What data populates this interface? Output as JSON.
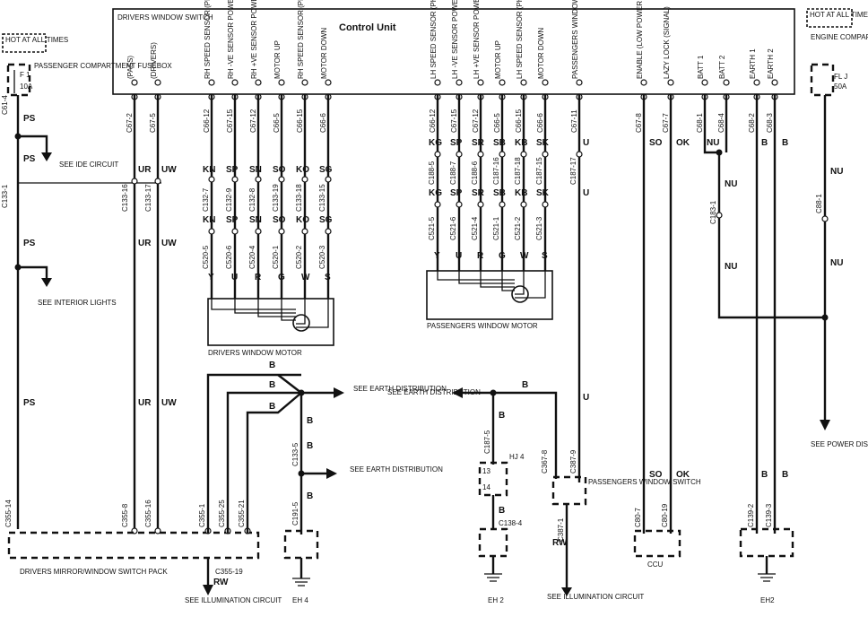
{
  "control_unit": {
    "title": "Control Unit",
    "pins": [
      {
        "id": "p1",
        "text": "(PASS)"
      },
      {
        "id": "p2",
        "text": "(DRIVERS)"
      },
      {
        "id": "p3",
        "text": "RH SPEED SENSOR (PHASE B)"
      },
      {
        "id": "p4",
        "text": "RH -VE SENSOR POWER"
      },
      {
        "id": "p5",
        "text": "RH +VE SENSOR POWER"
      },
      {
        "id": "p6",
        "text": "MOTOR UP"
      },
      {
        "id": "p7",
        "text": "RH SPEED SENSOR (PHASE A)"
      },
      {
        "id": "p8",
        "text": "MOTOR DOWN"
      },
      {
        "id": "p9",
        "text": "LH SPEED SENSOR (PHASE B)"
      },
      {
        "id": "p10",
        "text": "LH -VE SENSOR POWER"
      },
      {
        "id": "p11",
        "text": "LH +VE SENSOR POWER"
      },
      {
        "id": "p12",
        "text": "MOTOR UP"
      },
      {
        "id": "p13",
        "text": "LH SPEED SENSOR (PHASE A)"
      },
      {
        "id": "p14",
        "text": "MOTOR DOWN"
      },
      {
        "id": "p15",
        "text": "PASSENGERS WINDOW SWITCH"
      },
      {
        "id": "p16",
        "text": "ENABLE (LOW POWER SIGNAL)"
      },
      {
        "id": "p17",
        "text": "LAZY LOCK (SIGNAL)"
      },
      {
        "id": "p18",
        "text": "BATT 1"
      },
      {
        "id": "p19",
        "text": "BATT 2"
      },
      {
        "id": "p20",
        "text": "EARTH 1"
      },
      {
        "id": "p21",
        "text": "EARTH 2"
      }
    ],
    "drivers_window_switch_label": "DRIVERS WINDOW SWITCH"
  },
  "hot_at_all_times": "HOT AT ALL TIMES",
  "passenger_fusebox": {
    "label": "PASSENGER COMPARTMENT FUSEBOX",
    "fuse": "F 1",
    "rating": "10A"
  },
  "engine_fusebox": {
    "label": "ENGINE COMPARTMENT FUSEBOX",
    "fuse": "FL J",
    "rating": "50A"
  },
  "connectors_top": [
    "C67-2",
    "C67-5",
    "C66-12",
    "C67-15",
    "C67-12",
    "C66-5",
    "C66-15",
    "C66-6",
    "C66-12",
    "C67-15",
    "C67-12",
    "C66-5",
    "C66-15",
    "C66-6",
    "C67-11",
    "C67-8",
    "C67-7",
    "C68-1",
    "C68-4",
    "C68-2",
    "C68-3"
  ],
  "left_labels": {
    "c614": "C61-4",
    "ps": "PS",
    "see_ide": "SEE IDE CIRCUIT",
    "c1331": "C133-1",
    "see_interior": "SEE INTERIOR LIGHTS",
    "c35514": "C355-14"
  },
  "drivers_wires": {
    "codes": [
      "UR",
      "UW"
    ],
    "c133": [
      "C133-16",
      "C133-17"
    ],
    "c355": [
      "C355-8",
      "C355-16"
    ]
  },
  "drivers_motor_wires": {
    "codes1": [
      "KN",
      "SP",
      "SN",
      "SO",
      "KO",
      "SG"
    ],
    "c132": [
      "C132-7",
      "C132-9",
      "C132-8",
      "C133-19",
      "C133-18",
      "C133-15"
    ],
    "codes2": [
      "KN",
      "SP",
      "SN",
      "SO",
      "KO",
      "SG"
    ],
    "c520": [
      "C520-5",
      "C520-6",
      "C520-4",
      "C520-1",
      "C520-2",
      "C520-3"
    ],
    "codes3": [
      "Y",
      "U",
      "R",
      "G",
      "W",
      "S"
    ],
    "label": "DRIVERS WINDOW MOTOR"
  },
  "pass_motor_wires": {
    "codes1": [
      "KG",
      "SP",
      "SR",
      "SB",
      "KB",
      "SK"
    ],
    "c188": [
      "C188-5",
      "C188-7",
      "C188-6",
      "C187-16",
      "C187-18",
      "C187-15"
    ],
    "codes2": [
      "KG",
      "SP",
      "SR",
      "SB",
      "KB",
      "SK"
    ],
    "c521": [
      "C521-5",
      "C521-6",
      "C521-4",
      "C521-1",
      "C521-2",
      "C521-3"
    ],
    "codes3": [
      "Y",
      "U",
      "R",
      "G",
      "W",
      "S"
    ],
    "label": "PASSENGERS WINDOW MOTOR"
  },
  "pass_switch": {
    "codes": [
      "U",
      "U",
      "U"
    ],
    "c187": "C187-17",
    "c387": [
      "C367-8",
      "C387-9",
      "C387-1"
    ],
    "label": "PASSENGERS WINDOW SWITCH",
    "rw": "RW",
    "see": "SEE ILLUMINATION CIRCUIT"
  },
  "ccu": {
    "codes": [
      "SO",
      "OK",
      "SO",
      "OK"
    ],
    "c80": [
      "C80-7",
      "C80-19"
    ],
    "label": "CCU"
  },
  "batt": {
    "codes": [
      "NU",
      "NU",
      "NU",
      "NU",
      "NU"
    ],
    "c183": "C183-1",
    "c881": "C88-1",
    "see": "SEE POWER DISTRIBUTION"
  },
  "earth": {
    "codes": [
      "B",
      "B",
      "B",
      "B"
    ],
    "c139": [
      "C139-2",
      "C139-3"
    ],
    "label": "EH2"
  },
  "switch_pack": {
    "label": "DRIVERS MIRROR/WINDOW SWITCH PACK",
    "c355": [
      "C355-1",
      "C355-25",
      "C355-21"
    ],
    "c35519": "C355-19",
    "rw": "RW",
    "see": "SEE ILLUMINATION CIRCUIT",
    "b": [
      "B",
      "B",
      "B"
    ]
  },
  "earth_center": {
    "b": [
      "B",
      "B",
      "B"
    ],
    "c1335": "C133-5",
    "c1915": "C191-5",
    "see1": "SEE EARTH DISTRIBUTION",
    "see2": "SEE EARTH DISTRIBUTION",
    "label": "EH 4"
  },
  "earth_right": {
    "b": [
      "B",
      "B",
      "B"
    ],
    "c1875": "C187-5",
    "hj": "HJ 4",
    "pins": [
      "13",
      "14"
    ],
    "c1384": "C138-4",
    "label": "EH 2",
    "see": "SEE EARTH DISTRIBUTION"
  }
}
